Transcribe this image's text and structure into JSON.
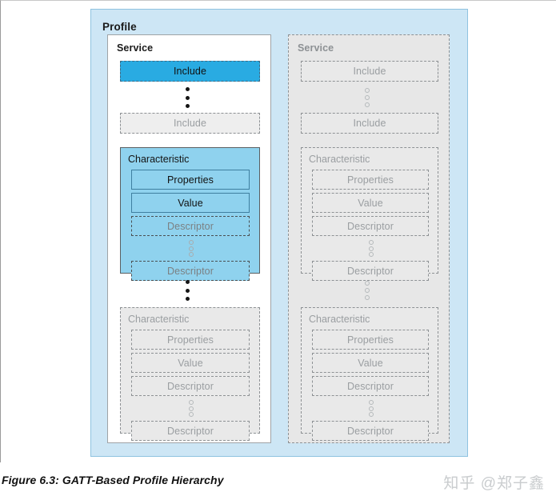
{
  "figure": {
    "caption": "Figure 6.3:  GATT-Based Profile Hierarchy",
    "watermark": "知乎 @郑子鑫"
  },
  "colors": {
    "profile_bg": "#cde6f5",
    "profile_border": "#8fc3e0",
    "highlight_blue": "#29abe2",
    "characteristic_blue": "#8fd2ee",
    "ghost_grey": "#e9e9e9",
    "ghost_border": "#8d9194",
    "ghost_text": "#9a9ea1"
  },
  "profile": {
    "title": "Profile",
    "services": [
      {
        "title": "Service",
        "state": "active",
        "items": [
          {
            "label": "Include",
            "state": "highlight"
          },
          {
            "label": "Include",
            "state": "ghost"
          }
        ],
        "characteristics": [
          {
            "title": "Characteristic",
            "state": "active",
            "fields": [
              {
                "label": "Properties",
                "state": "solid"
              },
              {
                "label": "Value",
                "state": "solid"
              },
              {
                "label": "Descriptor",
                "state": "ghost"
              },
              {
                "label": "Descriptor",
                "state": "ghost"
              }
            ]
          },
          {
            "title": "Characteristic",
            "state": "ghost",
            "fields": [
              {
                "label": "Properties",
                "state": "ghost"
              },
              {
                "label": "Value",
                "state": "ghost"
              },
              {
                "label": "Descriptor",
                "state": "ghost"
              },
              {
                "label": "Descriptor",
                "state": "ghost"
              }
            ]
          }
        ]
      },
      {
        "title": "Service",
        "state": "ghost",
        "items": [
          {
            "label": "Include",
            "state": "ghost"
          },
          {
            "label": "Include",
            "state": "ghost"
          }
        ],
        "characteristics": [
          {
            "title": "Characteristic",
            "state": "ghost",
            "fields": [
              {
                "label": "Properties",
                "state": "ghost"
              },
              {
                "label": "Value",
                "state": "ghost"
              },
              {
                "label": "Descriptor",
                "state": "ghost"
              },
              {
                "label": "Descriptor",
                "state": "ghost"
              }
            ]
          },
          {
            "title": "Characteristic",
            "state": "ghost",
            "fields": [
              {
                "label": "Properties",
                "state": "ghost"
              },
              {
                "label": "Value",
                "state": "ghost"
              },
              {
                "label": "Descriptor",
                "state": "ghost"
              },
              {
                "label": "Descriptor",
                "state": "ghost"
              }
            ]
          }
        ]
      }
    ]
  }
}
